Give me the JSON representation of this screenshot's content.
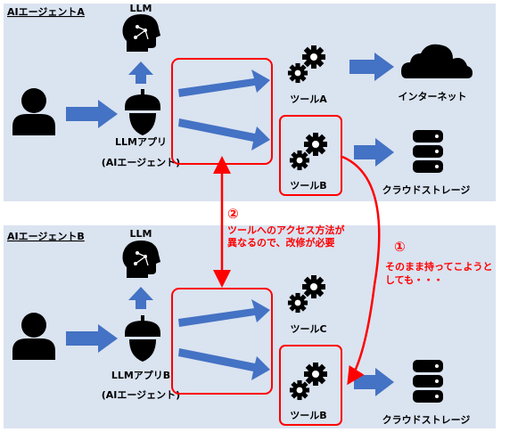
{
  "panel_a": {
    "title": "AIエージェントA",
    "llm_label": "LLM",
    "app_label_line1": "LLMアプリ",
    "app_label_line2": "(AIエージェント)",
    "tool_top_label": "ツールA",
    "tool_bottom_label": "ツールB",
    "internet_label": "インターネット",
    "storage_label": "クラウドストレージ"
  },
  "panel_b": {
    "title": "AIエージェントB",
    "llm_label": "LLM",
    "app_label_line1": "LLMアプリB",
    "app_label_line2": "(AIエージェント)",
    "tool_top_label": "ツールC",
    "tool_bottom_label": "ツールB",
    "storage_label": "クラウドストレージ"
  },
  "note2": {
    "number": "②",
    "line1": "ツールへのアクセス方法が",
    "line2": "異なるので、改修が必要"
  },
  "note1": {
    "number": "①",
    "line1": "そのまま持ってこようと",
    "line2": "しても・・・"
  },
  "colors": {
    "panel_bg": "#dae3f0",
    "arrow_blue": "#4472c4",
    "highlight_red": "#ff0000",
    "icon_black": "#000000"
  },
  "icons": {
    "user": "person-icon",
    "llm": "ai-head-icon",
    "app": "acorn-icon",
    "tool": "gears-icon",
    "internet": "cloud-icon",
    "storage": "database-icon"
  }
}
